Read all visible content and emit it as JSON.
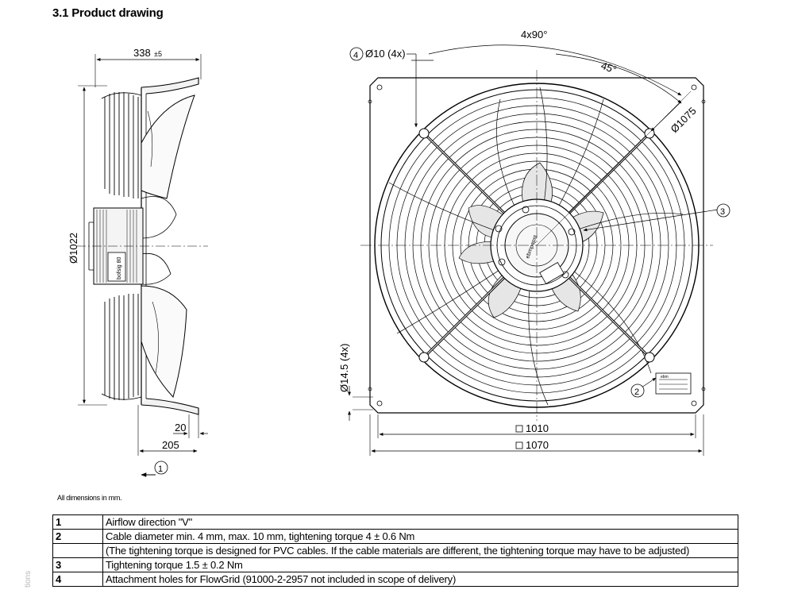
{
  "title": "3.1 Product drawing",
  "dimensions_note": "All dimensions in mm.",
  "side_label": "tions",
  "side_view": {
    "depth": "338",
    "depth_tol": "±5",
    "diameter": "Ø1022",
    "flange": "20",
    "offset": "205",
    "hub_label": "bofsig 80",
    "callout": "1"
  },
  "front_view": {
    "angle_4x": "4x90°",
    "angle_45": "45°",
    "hole_callout": "4",
    "hole_dia": "Ø10 (4x)",
    "outer_dia": "Ø1075",
    "callout_3": "3",
    "callout_2": "2",
    "mount_hole": "Ø14.5 (4x)",
    "inner_square": "1010",
    "outer_square": "1070",
    "hub_label": "ebmpapst",
    "nameplate_label": "ebm"
  },
  "legend": [
    {
      "num": "1",
      "text": "Airflow direction \"V\""
    },
    {
      "num": "2",
      "text": "Cable diameter min. 4 mm, max. 10 mm, tightening torque 4 ± 0.6 Nm"
    },
    {
      "num": "",
      "text": "(The tightening torque is designed for PVC cables. If the cable materials are different, the tightening torque may have to be adjusted)"
    },
    {
      "num": "3",
      "text": "Tightening torque 1.5 ± 0.2 Nm"
    },
    {
      "num": "4",
      "text": "Attachment holes for FlowGrid (91000-2-2957 not included in scope of delivery)"
    }
  ]
}
